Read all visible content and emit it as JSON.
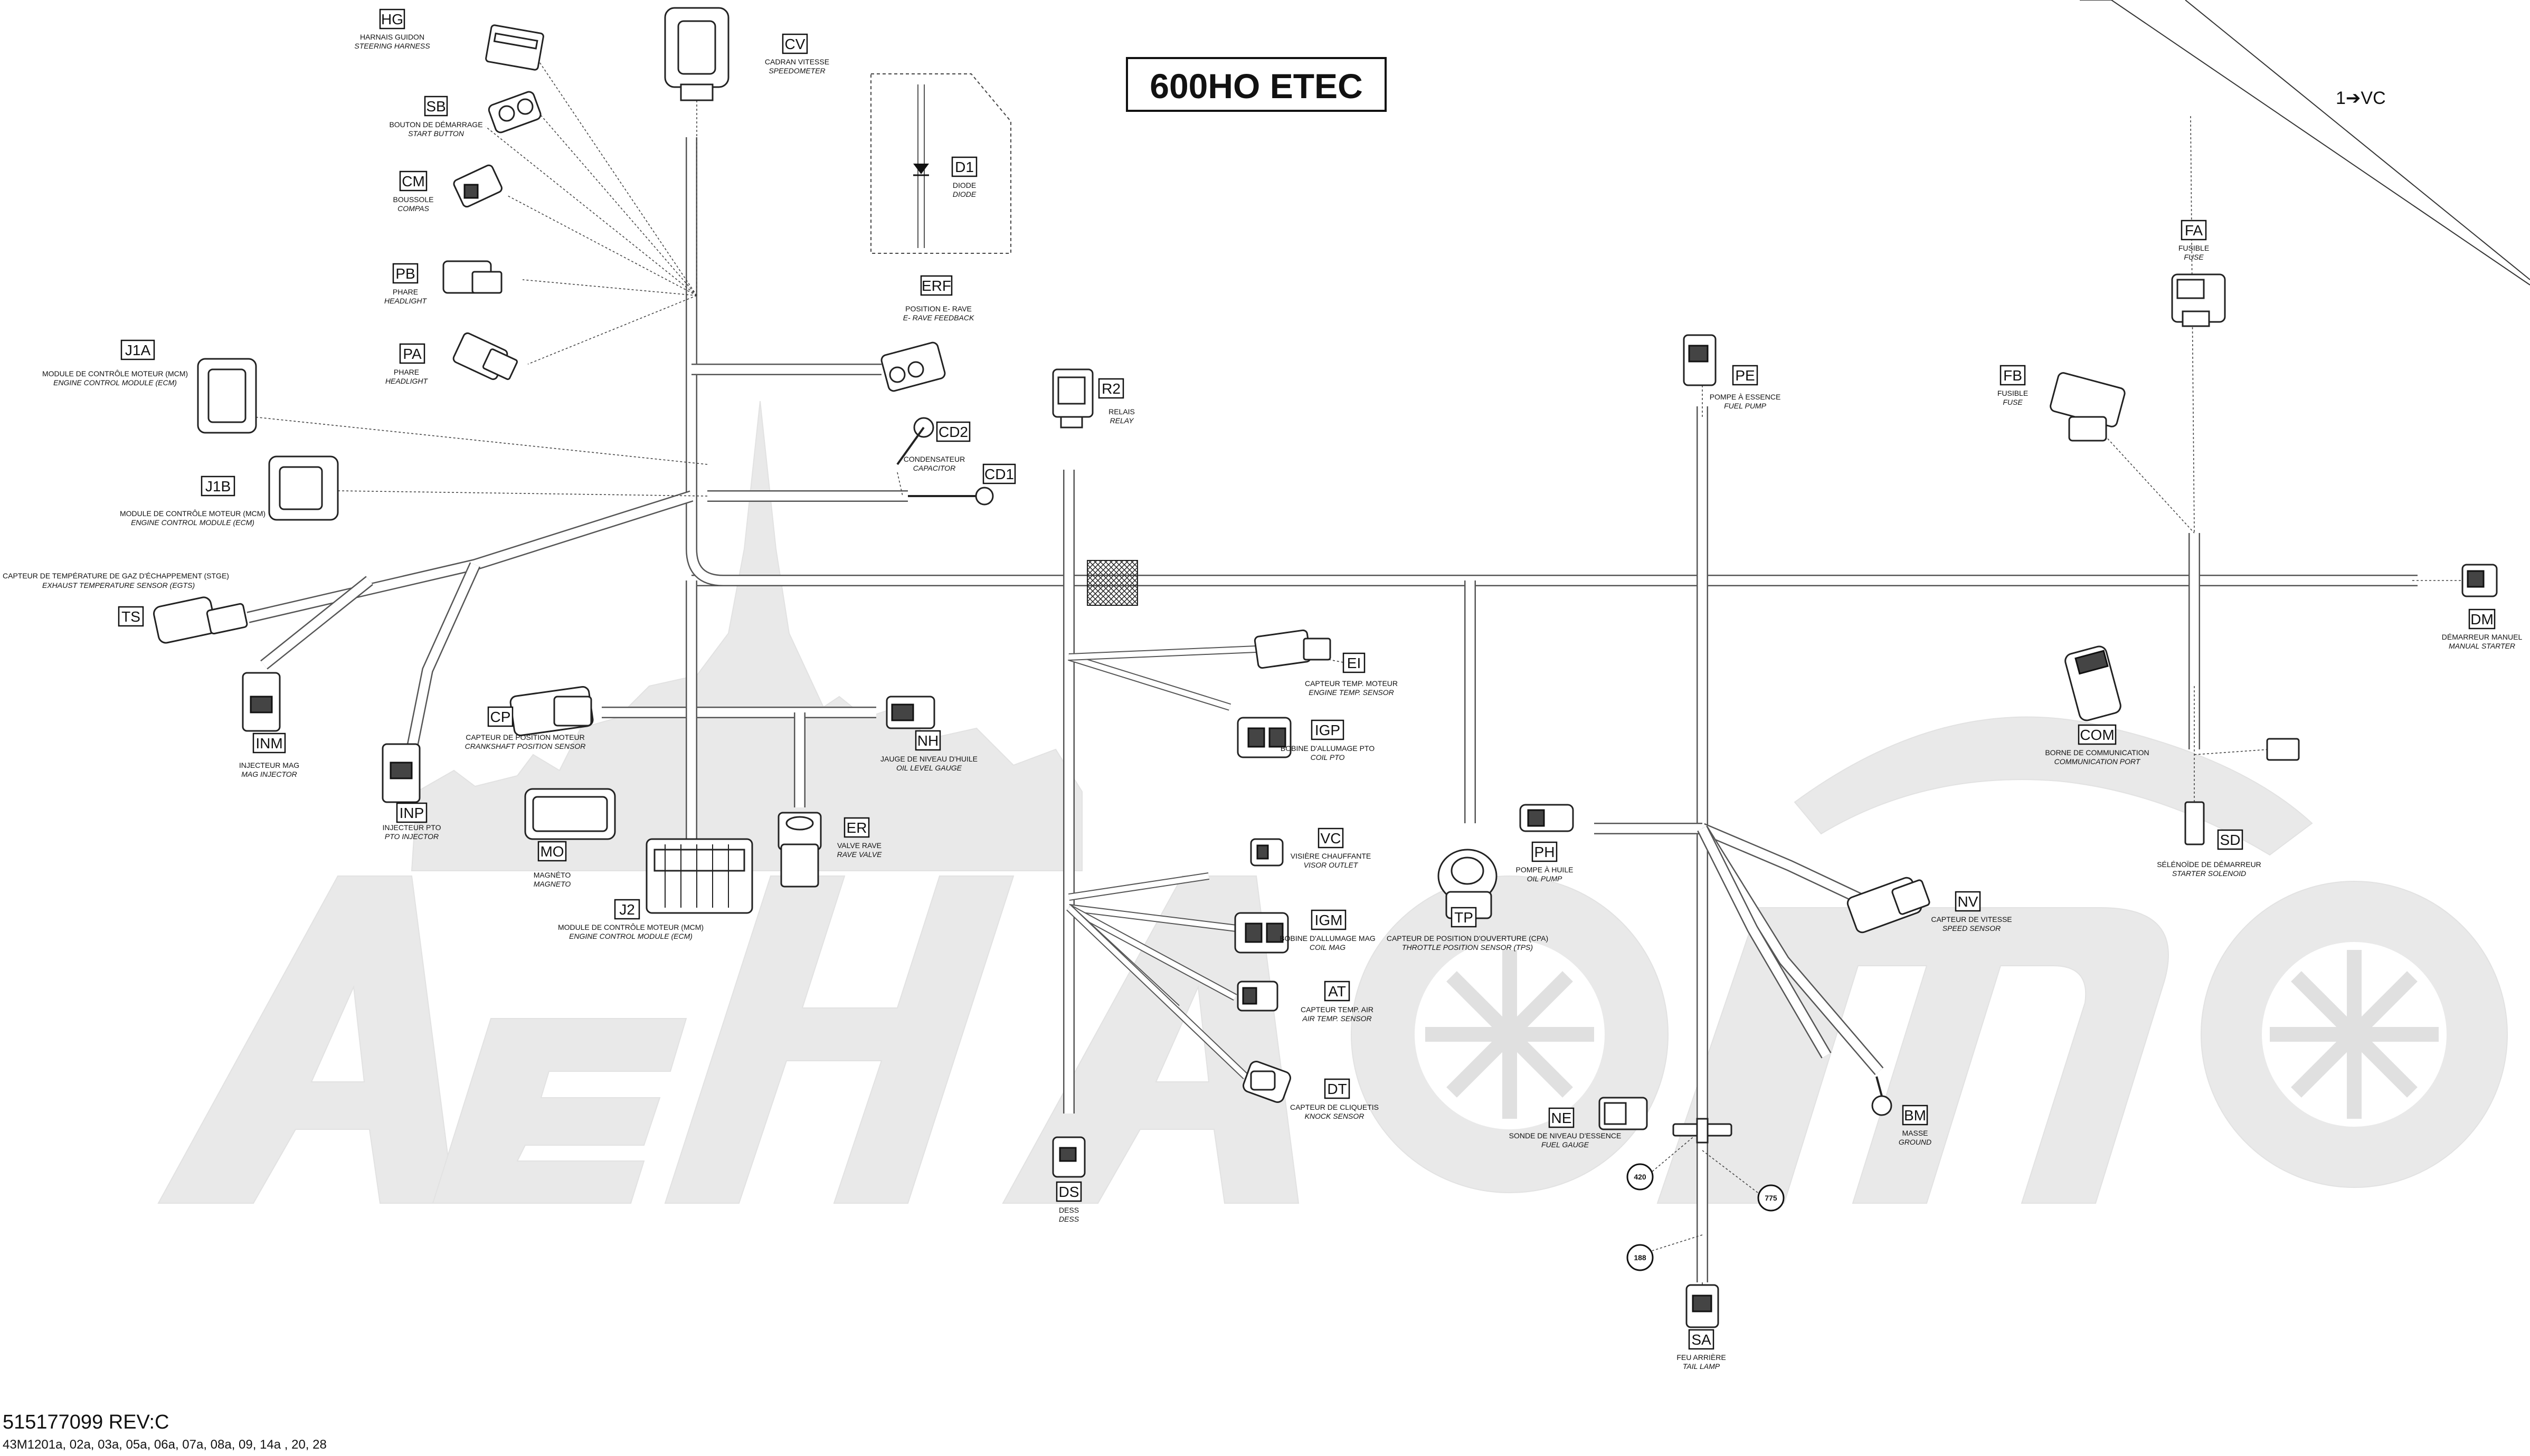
{
  "title": "600HO ETEC",
  "vc_reference": "1➔VC",
  "footer": {
    "part_number": "515177099 REV:C",
    "illustrations": "43M1201a, 02a, 03a, 05a, 06a, 07a, 08a, 09, 14a , 20, 28"
  },
  "ref_numbers": [
    "420",
    "775",
    "188"
  ],
  "components": [
    {
      "code": "HG",
      "fr": "HARNAIS GUIDON",
      "en": "STEERING HARNESS"
    },
    {
      "code": "CV",
      "fr": "CADRAN VITESSE",
      "en": "SPEEDOMETER"
    },
    {
      "code": "SB",
      "fr": "BOUTON DE DÉMARRAGE",
      "en": "START BUTTON"
    },
    {
      "code": "CM",
      "fr": "BOUSSOLE",
      "en": "COMPAS"
    },
    {
      "code": "PB",
      "fr": "PHARE",
      "en": "HEADLIGHT"
    },
    {
      "code": "PA",
      "fr": "PHARE",
      "en": "HEADLIGHT"
    },
    {
      "code": "D1",
      "fr": "DIODE",
      "en": "DIODE"
    },
    {
      "code": "ERF",
      "fr": "POSITION E-  RAVE",
      "en": "E-  RAVE FEEDBACK"
    },
    {
      "code": "J1A",
      "fr": "MODULE DE CONTRÔLE MOTEUR (MCM)",
      "en": "ENGINE CONTROL MODULE (ECM)"
    },
    {
      "code": "J1B",
      "fr": "MODULE DE CONTRÔLE MOTEUR (MCM)",
      "en": "ENGINE CONTROL MODULE (ECM)"
    },
    {
      "code": "CD2",
      "fr": "CONDENSATEUR",
      "en": "CAPACITOR"
    },
    {
      "code": "CD1",
      "fr": "",
      "en": ""
    },
    {
      "code": "R2",
      "fr": "RELAIS",
      "en": "RELAY"
    },
    {
      "code": "TS",
      "fr": "CAPTEUR DE TEMPÉRATURE DE GAZ D'ÉCHAPPEMENT (STGE)",
      "en": "EXHAUST TEMPERATURE SENSOR (EGTS)"
    },
    {
      "code": "INM",
      "fr": "INJECTEUR MAG",
      "en": "MAG INJECTOR"
    },
    {
      "code": "INP",
      "fr": "INJECTEUR PTO",
      "en": "PTO INJECTOR"
    },
    {
      "code": "CP",
      "fr": "CAPTEUR DE POSITION MOTEUR",
      "en": "CRANKSHAFT POSITION SENSOR"
    },
    {
      "code": "NH",
      "fr": "JAUGE DE NIVEAU D'HUILE",
      "en": "OIL LEVEL GAUGE"
    },
    {
      "code": "ER",
      "fr": "VALVE RAVE",
      "en": "RAVE VALVE"
    },
    {
      "code": "MO",
      "fr": "MAGNÉTO",
      "en": "MAGNETO"
    },
    {
      "code": "J2",
      "fr": "MODULE DE CONTRÔLE MOTEUR (MCM)",
      "en": "ENGINE CONTROL MODULE (ECM)"
    },
    {
      "code": "EI",
      "fr": "CAPTEUR TEMP. MOTEUR",
      "en": "ENGINE TEMP. SENSOR"
    },
    {
      "code": "IGP",
      "fr": "BOBINE D'ALLUMAGE PTO",
      "en": "COIL PTO"
    },
    {
      "code": "VC",
      "fr": "VISIÈRE CHAUFFANTE",
      "en": "VISOR OUTLET"
    },
    {
      "code": "IGM",
      "fr": "BOBINE D'ALLUMAGE MAG",
      "en": "COIL MAG"
    },
    {
      "code": "AT",
      "fr": "CAPTEUR TEMP. AIR",
      "en": "AIR TEMP. SENSOR"
    },
    {
      "code": "DT",
      "fr": "CAPTEUR DE CLIQUETIS",
      "en": "KNOCK SENSOR"
    },
    {
      "code": "DS",
      "fr": "DESS",
      "en": "DESS"
    },
    {
      "code": "PE",
      "fr": "POMPE À ESSENCE",
      "en": "FUEL PUMP"
    },
    {
      "code": "TP",
      "fr": "CAPTEUR DE POSITION D'OUVERTURE (CPA)",
      "en": "THROTTLE POSITION SENSOR (TPS)"
    },
    {
      "code": "PH",
      "fr": "POMPE À HUILE",
      "en": "OIL PUMP"
    },
    {
      "code": "NE",
      "fr": "SONDE DE NIVEAU D'ESSENCE",
      "en": "FUEL GAUGE"
    },
    {
      "code": "SA",
      "fr": "FEU ARRIÈRE",
      "en": "TAIL LAMP"
    },
    {
      "code": "NV",
      "fr": "CAPTEUR DE VITESSE",
      "en": "SPEED SENSOR"
    },
    {
      "code": "BM",
      "fr": "MASSE",
      "en": "GROUND"
    },
    {
      "code": "FA",
      "fr": "FUSIBLE",
      "en": "FUSE"
    },
    {
      "code": "FB",
      "fr": "FUSIBLE",
      "en": "FUSE"
    },
    {
      "code": "COM",
      "fr": "BORNE DE COMMUNICATION",
      "en": "COMMUNICATION PORT"
    },
    {
      "code": "SD",
      "fr": "SÉLÉNOÏDE DE DÉMARREUR",
      "en": "STARTER SOLENOID"
    },
    {
      "code": "DM",
      "fr": "DÉMARREUR MANUEL",
      "en": "MANUAL STARTER"
    }
  ]
}
